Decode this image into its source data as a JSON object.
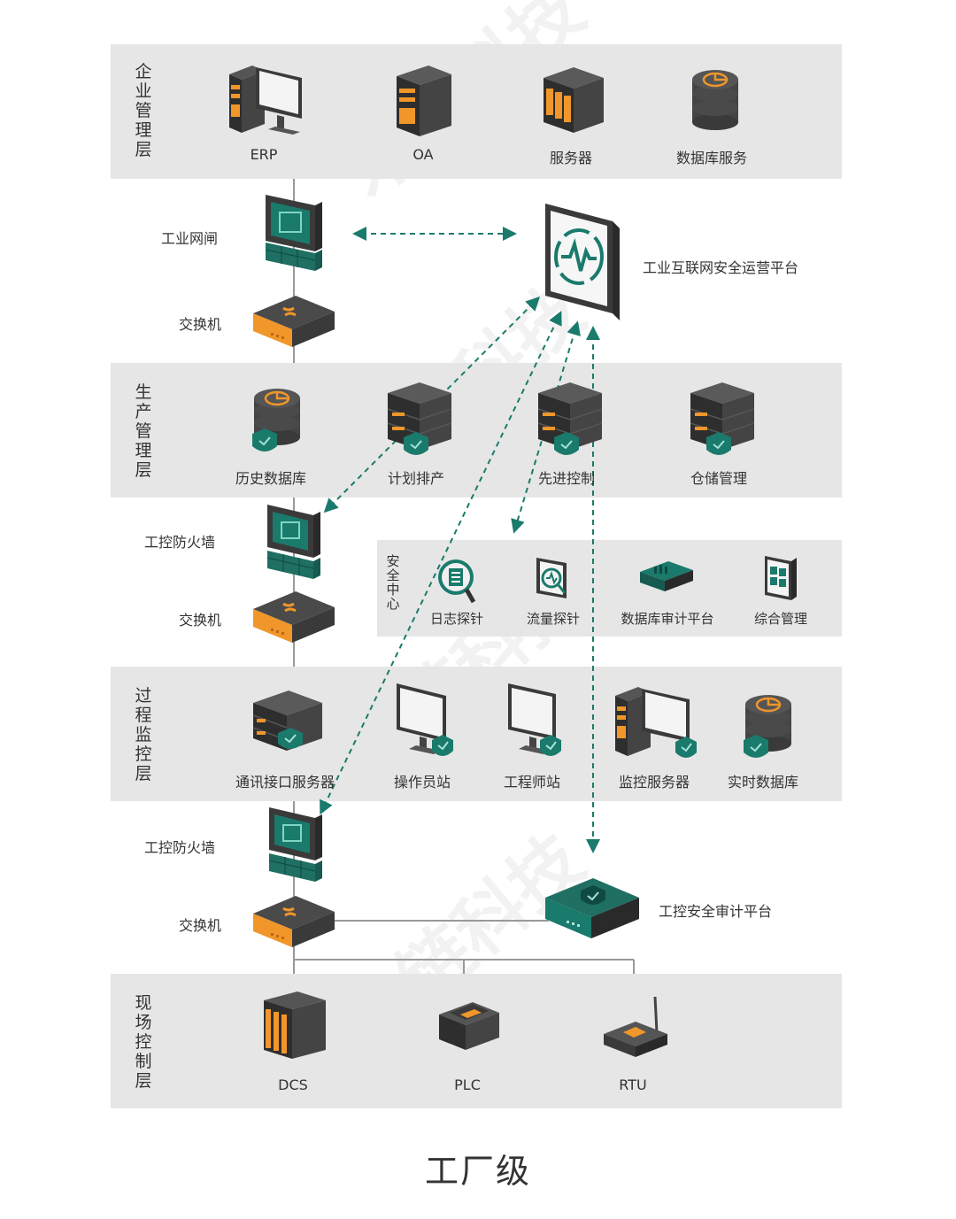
{
  "layers": {
    "enterprise": {
      "title": "企业管理层",
      "items": [
        "ERP",
        "OA",
        "服务器",
        "数据库服务"
      ]
    },
    "production": {
      "title": "生产管理层",
      "items": [
        "历史数据库",
        "计划排产",
        "先进控制",
        "仓储管理"
      ]
    },
    "process": {
      "title": "过程监控层",
      "items": [
        "通讯接口服务器",
        "操作员站",
        "工程师站",
        "监控服务器",
        "实时数据库"
      ]
    },
    "field": {
      "title": "现场控制层",
      "items": [
        "DCS",
        "PLC",
        "RTU"
      ]
    }
  },
  "security_center": {
    "title": "安全中心",
    "items": [
      "日志探针",
      "流量探针",
      "数据库审计平台",
      "综合管理"
    ]
  },
  "side_devices": {
    "gateway": "工业网闸",
    "switch1": "交换机",
    "firewall1": "工控防火墙",
    "switch2": "交换机",
    "firewall2": "工控防火墙",
    "switch3": "交换机"
  },
  "platforms": {
    "ops_platform": "工业互联网安全运营平台",
    "audit_platform": "工控安全审计平台"
  },
  "footer": "工厂级",
  "watermark": "木链科技",
  "colors": {
    "accent": "#f0962a",
    "teal": "#1a7a6c",
    "dark": "#3f3f3f",
    "band": "#e6e6e6"
  }
}
